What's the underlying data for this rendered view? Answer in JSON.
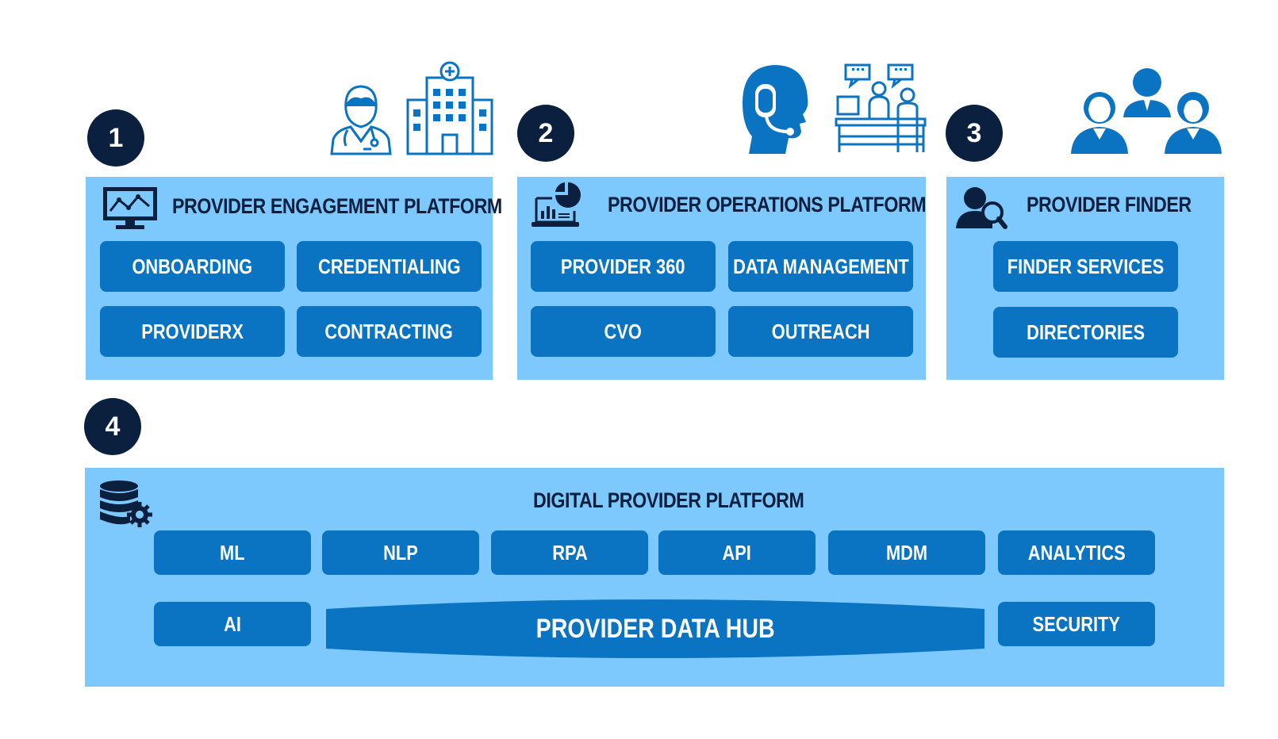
{
  "badges": [
    "1",
    "2",
    "3",
    "4"
  ],
  "sections": {
    "engagement": {
      "title": "PROVIDER ENGAGEMENT PLATFORM",
      "buttons": [
        "ONBOARDING",
        "CREDENTIALING",
        "PROVIDERX",
        "CONTRACTING"
      ]
    },
    "operations": {
      "title": "PROVIDER OPERATIONS PLATFORM",
      "buttons": [
        "PROVIDER 360",
        "DATA MANAGEMENT",
        "CVO",
        "OUTREACH"
      ]
    },
    "finder": {
      "title": "PROVIDER FINDER",
      "buttons": [
        "FINDER SERVICES",
        "DIRECTORIES"
      ]
    },
    "digital": {
      "title": "DIGITAL PROVIDER PLATFORM",
      "row1": [
        "ML",
        "NLP",
        "RPA",
        "API",
        "MDM",
        "ANALYTICS"
      ],
      "row2_left": "AI",
      "hub": "PROVIDER DATA HUB",
      "row2_right": "SECURITY"
    }
  },
  "icons": {
    "doctor": "doctor-icon",
    "hospital": "hospital-icon",
    "headset": "headset-agent-icon",
    "reception": "reception-desk-icon",
    "people": "people-group-icon",
    "monitor": "monitor-chart-icon",
    "laptop": "laptop-analytics-icon",
    "user_search": "user-search-icon",
    "database": "database-gear-icon"
  },
  "colors": {
    "panel": "#7dc8fc",
    "button": "#0a74c2",
    "badge": "#0b1f3f",
    "icon_outline": "#0a74c2"
  }
}
